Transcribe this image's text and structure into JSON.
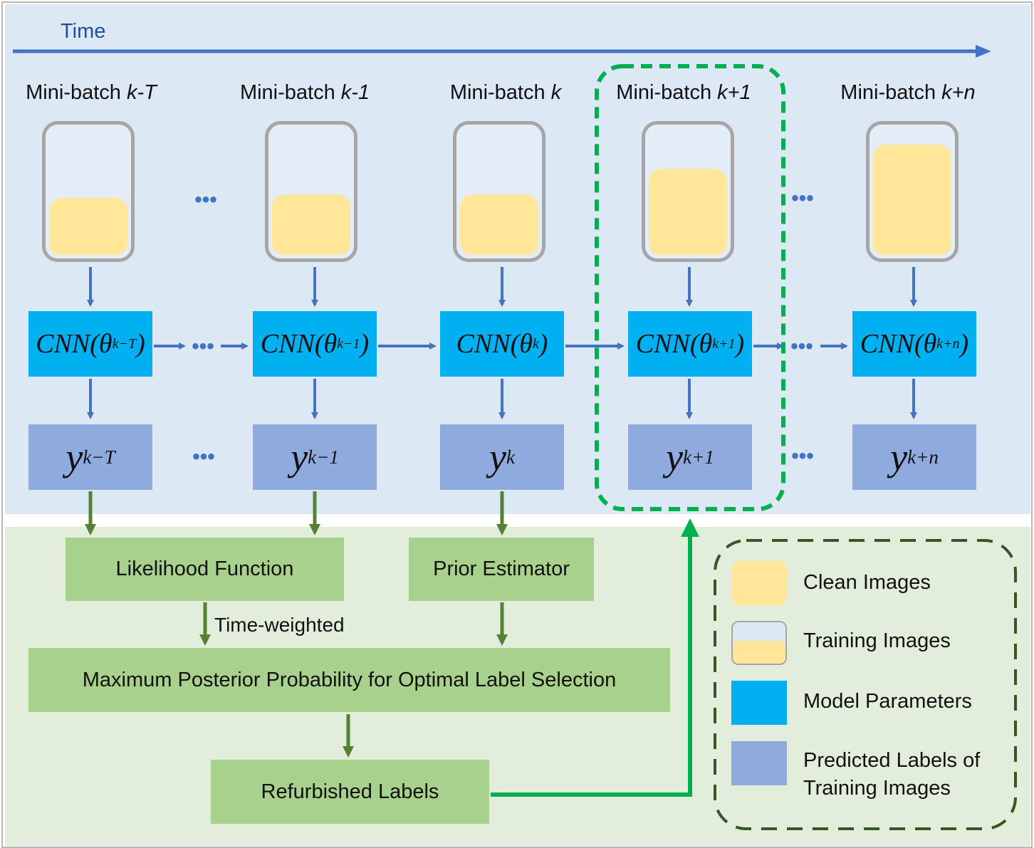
{
  "time_label": "Time",
  "mini_batches": [
    {
      "prefix": "Mini-batch ",
      "index": "k-T"
    },
    {
      "prefix": "Mini-batch ",
      "index": "k-1"
    },
    {
      "prefix": "Mini-batch ",
      "index": "k"
    },
    {
      "prefix": "Mini-batch ",
      "index": "k+1"
    },
    {
      "prefix": "Mini-batch ",
      "index": "k+n"
    }
  ],
  "cnn_nodes": [
    {
      "base": "CNN(θ",
      "sup": "k−T",
      "close": ")"
    },
    {
      "base": "CNN(θ",
      "sup": "k−1",
      "close": ")"
    },
    {
      "base": "CNN(θ",
      "sup": "k",
      "close": ")"
    },
    {
      "base": "CNN(θ",
      "sup": "k+1",
      "close": ")"
    },
    {
      "base": "CNN(θ",
      "sup": "k+n",
      "close": ")"
    }
  ],
  "label_nodes": [
    {
      "base": "y",
      "sup": "k−T"
    },
    {
      "base": "y",
      "sup": "k−1"
    },
    {
      "base": "y",
      "sup": "k"
    },
    {
      "base": "y",
      "sup": "k+1"
    },
    {
      "base": "y",
      "sup": "k+n"
    }
  ],
  "ellipsis": "•••",
  "boxes": {
    "likelihood": "Likelihood Function",
    "prior": "Prior Estimator",
    "time_weighted": "Time-weighted",
    "map": "Maximum Posterior Probability for Optimal Label Selection",
    "refurbished": "Refurbished Labels"
  },
  "legend": {
    "clean": "Clean Images",
    "training": "Training Images",
    "model": "Model Parameters",
    "predicted_line1": "Predicted Labels of",
    "predicted_line2": "Training Images"
  },
  "colors": {
    "top_panel": "#dde8f5",
    "bottom_panel": "#e2eedb",
    "clean_images": "#ffe699",
    "model_parameters": "#00b0f0",
    "predicted_labels": "#8faadc",
    "process_box": "#a9d18e",
    "blue_arrow": "#4472c4",
    "green_arrow": "#548235",
    "highlight_dash": "#00b050"
  },
  "fill_levels": [
    0.45,
    0.48,
    0.48,
    0.68,
    0.87
  ]
}
